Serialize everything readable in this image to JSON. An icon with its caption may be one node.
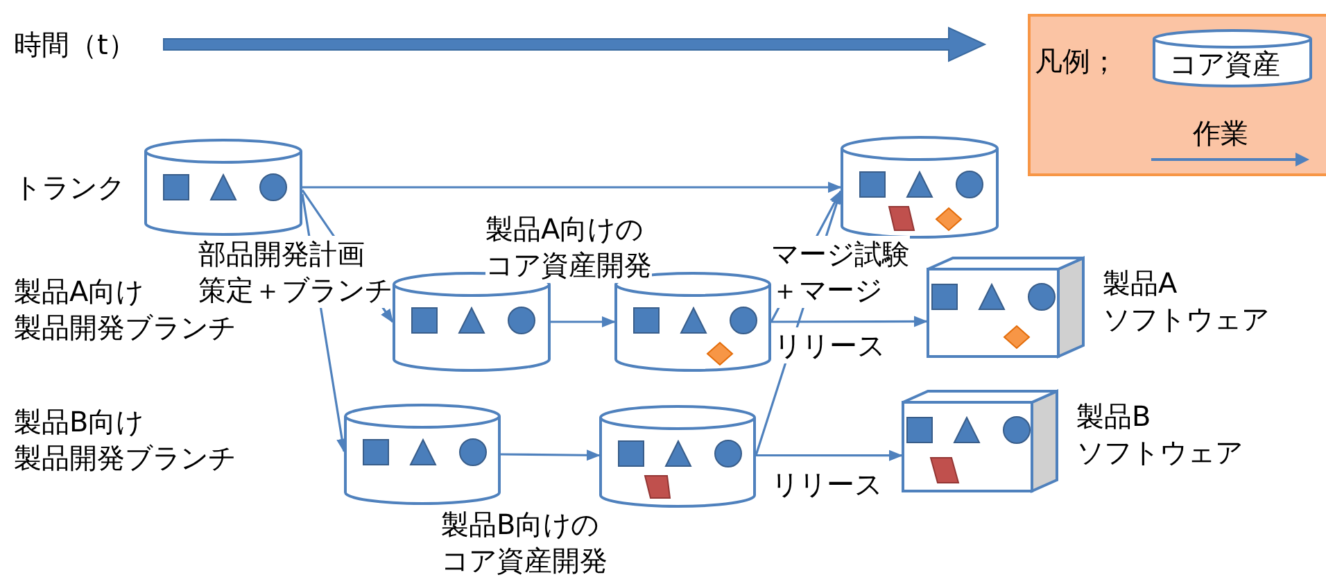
{
  "diagram": {
    "nodes": [
      {
        "text": [],
        "shape": "cylinder",
        "beside": [
          "トランク"
        ]
      },
      {
        "text": [],
        "shape": "cylinder"
      },
      {
        "text": [],
        "shape": "cylinder"
      },
      {
        "text": [],
        "shape": "cylinder"
      },
      {
        "text": [],
        "shape": "box",
        "beside": [
          "製品Aソフトウェア"
        ]
      },
      {
        "text": [],
        "shape": "cylinder"
      },
      {
        "text": [],
        "shape": "cylinder"
      },
      {
        "text": [],
        "shape": "box",
        "beside": [
          "製品Bソフトウェア"
        ]
      }
    ],
    "edges": [
      {
        "from": 0,
        "to": 1,
        "arrow": "to"
      },
      {
        "from": 0,
        "to": 2,
        "arrow": "to",
        "label": "部品開発計画策定＋ブランチ"
      },
      {
        "from": 0,
        "to": 5,
        "arrow": "to"
      },
      {
        "from": 2,
        "to": 3,
        "arrow": "to",
        "label": "製品A向けのコア資産開発"
      },
      {
        "from": 3,
        "to": 1,
        "arrow": "to",
        "label": "マージ試験＋マージ"
      },
      {
        "from": 6,
        "to": 1,
        "arrow": "to"
      },
      {
        "from": 3,
        "to": 4,
        "arrow": "to",
        "label": "リリース"
      },
      {
        "from": 5,
        "to": 6,
        "arrow": "to",
        "label": "製品B向けのコア資産開発"
      },
      {
        "from": 6,
        "to": 7,
        "arrow": "to",
        "label": "リリース"
      }
    ],
    "labels": [
      "時間（t）",
      "凡例；",
      "製品A向け製品開発ブランチ",
      "製品B向け製品開発ブランチ"
    ],
    "legend": [
      {
        "text": "コア資産"
      },
      {
        "text": "作業"
      }
    ]
  }
}
